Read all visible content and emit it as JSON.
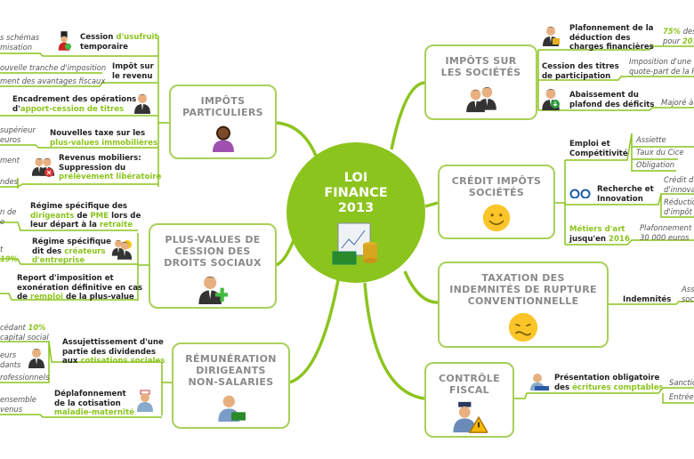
{
  "center": {
    "l1": "LOI",
    "l2": "FINANCE",
    "l3": "2013",
    "icon": "finance-chart-money-icon"
  },
  "colors": {
    "accent": "#8cc41e",
    "box_border": "#a9d05a",
    "title": "#8a8a8a"
  },
  "ip": {
    "title1": "IMPÔTS",
    "title2": "PARTICULIERS",
    "i0": {
      "a": "Cession ",
      "b": "d'usufruit",
      "c": "temporaire",
      "s1": "s schémas",
      "s2": "misation"
    },
    "i1": {
      "a": "Impôt sur",
      "c": "le revenu",
      "s1": "ouvelle tranche d'imposition",
      "s2": "ment des avantages fiscaux"
    },
    "i2": {
      "a": "Encadrement des opérations",
      "c": "d'",
      "b": "apport-cession de titres"
    },
    "i3": {
      "a": "Nouvelles taxe sur les",
      "b": "plus-values immobilières",
      "s1": "supérieur",
      "s2": "euros"
    },
    "i4": {
      "a": "Revenus mobiliers:",
      "c": "Suppression du",
      "b": "prélèvement libératoire",
      "s1": "ment",
      "s2": "ndes"
    }
  },
  "pv": {
    "title1": "PLUS-VALUES DE",
    "title2": "CESSION DES",
    "title3": "DROITS SOCIAUX",
    "i0": {
      "a": "Régime spécifique des",
      "b": "dirigeants",
      "c": " de ",
      "d": "PME",
      "e": " lors de",
      "f": "leur départ à la ",
      "g": "retraite",
      "s1": "n de",
      "s2": "e"
    },
    "i1": {
      "a": "Régime spécifique",
      "c": "dit des ",
      "b": "créateurs",
      "d": "d'entreprise",
      "s1": "t",
      "s2": "19%"
    },
    "i2": {
      "a": "Report d'imposition et",
      "c": "exonération définitive en cas",
      "d": "de ",
      "b": "remploi",
      "e": " de la plus-value"
    }
  },
  "rem": {
    "title1": "RÉMUNÉRATION",
    "title2": "DIRIGEANTS",
    "title3": "NON-SALARIES",
    "i0": {
      "a": "Assujettissement d'une",
      "c": "partie des dividendes",
      "d": "aux ",
      "b": "cotisations sociales",
      "s1": "cédant ",
      "s1g": "10%",
      "s2": "capital social",
      "s3": "eurs",
      "s4": "dants",
      "s5": "rofessionnels"
    },
    "i1": {
      "a": "Déplafonnement",
      "c": "de la cotisation",
      "b": "maladie-maternité",
      "s1": "ensemble",
      "s2": "venus"
    }
  },
  "is": {
    "title1": "IMPÔTS SUR",
    "title2": "LES SOCIÉTÉS",
    "i0": {
      "a": "Plafonnement de la",
      "c": "déduction des",
      "d": "charges financières",
      "s1g": "75%",
      "s1": " des",
      "s2": "pour ",
      "s2g": "201"
    },
    "i1": {
      "a": "Cession des titres",
      "c": "de participation",
      "s1": "Imposition d'une",
      "s2": "quote-part de la P"
    },
    "i2": {
      "a": "Abaissement du",
      "c": "plafond des déficits",
      "s1": "Majoré à"
    }
  },
  "cis": {
    "title1": "CRÉDIT IMPÔTS",
    "title2": "SOCIÉTÉS",
    "i0": {
      "a": "Emploi et",
      "c": "Compétitivité",
      "s1": "Assiette",
      "s2": "Taux du Cice",
      "s3": "Obligation"
    },
    "i1": {
      "a": "Recherche et",
      "c": "Innovation",
      "s1": "Crédit d",
      "s2": "d'innova",
      "s3": "Réductio",
      "s4": "d'impôt"
    },
    "i2": {
      "b": "Métiers d'art",
      "c": "jusqu'en ",
      "d": "2016",
      "s1": "Plafonnement",
      "s2": "30 000 euros"
    }
  },
  "tax": {
    "title1": "TAXATION DES",
    "title2": "INDEMNITÉS DE RUPTURE",
    "title3": "CONVENTIONNELLE",
    "i0": {
      "a": "Indemnités",
      "s1": "Ass",
      "s2": "soc"
    }
  },
  "cf": {
    "title1": "CONTRÔLE",
    "title2": "FISCAL",
    "i0": {
      "a": "Présentation obligatoire",
      "c": "des ",
      "b": "écritures comptables",
      "s1": "Sanctio",
      "s2": "Entrée"
    }
  }
}
